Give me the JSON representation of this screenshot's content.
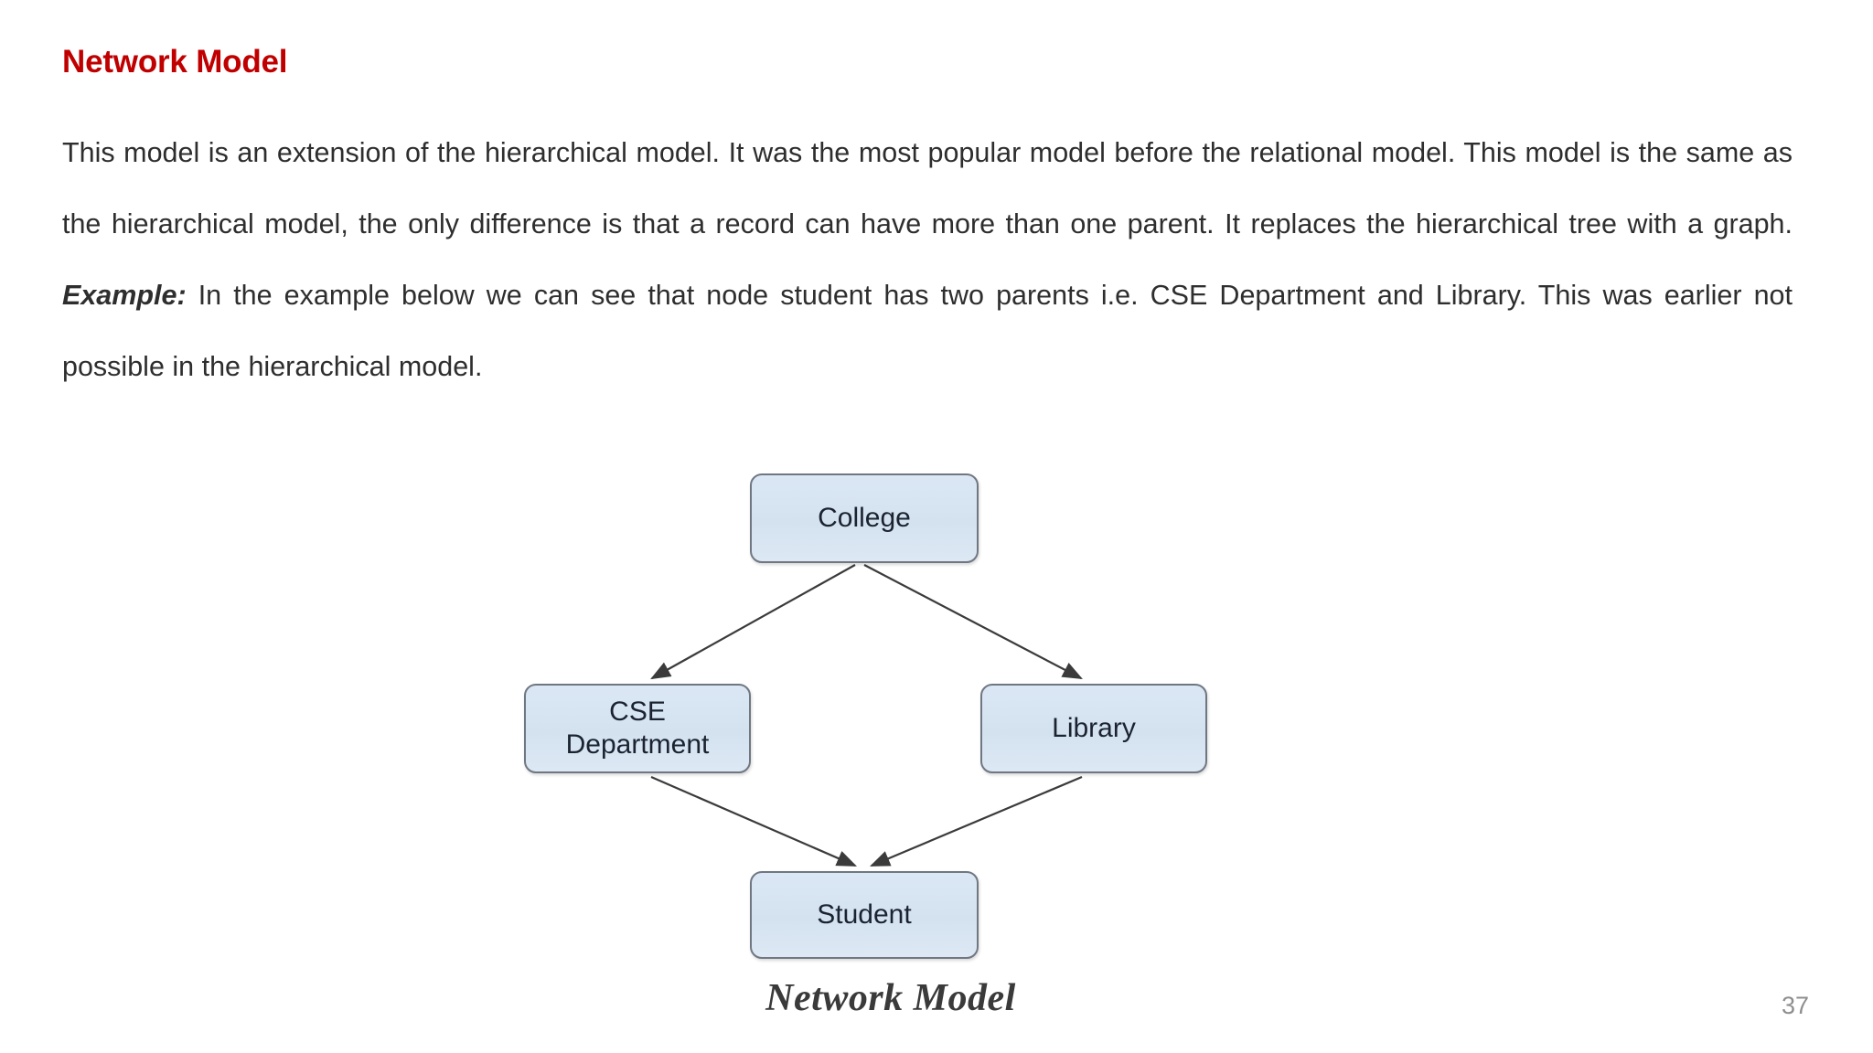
{
  "slide": {
    "title": "Network Model",
    "title_color": "#c00000",
    "background_color": "#ffffff",
    "page_number": "37",
    "page_number_color": "#8e8e8e"
  },
  "body": {
    "part1": "This model is an extension of the hierarchical model. It was the most popular model before the relational model. This model is the same as the hierarchical model, the only difference is that a record can have more than one parent. It replaces the hierarchical tree with a graph. ",
    "example_lead": "Example:",
    "part2": " In the example below we can see that node student has two parents i.e. CSE Department and Library. This was earlier not possible in the hierarchical model."
  },
  "diagram": {
    "caption": "Network Model",
    "node_fill": "#d6e4f0",
    "node_border": "#6f7782",
    "edge_color": "#3b3b3b",
    "nodes": [
      {
        "id": "college",
        "label": "College",
        "line1": "College",
        "line2": ""
      },
      {
        "id": "cse",
        "label": "CSE Department",
        "line1": "CSE",
        "line2": "Department"
      },
      {
        "id": "library",
        "label": "Library",
        "line1": "Library",
        "line2": ""
      },
      {
        "id": "student",
        "label": "Student",
        "line1": "Student",
        "line2": ""
      }
    ],
    "edges": [
      {
        "from": "College",
        "to": "CSE Department",
        "arrow": "to"
      },
      {
        "from": "College",
        "to": "Library",
        "arrow": "to"
      },
      {
        "from": "CSE Department",
        "to": "Student",
        "arrow": "to"
      },
      {
        "from": "Library",
        "to": "Student",
        "arrow": "to"
      }
    ]
  }
}
